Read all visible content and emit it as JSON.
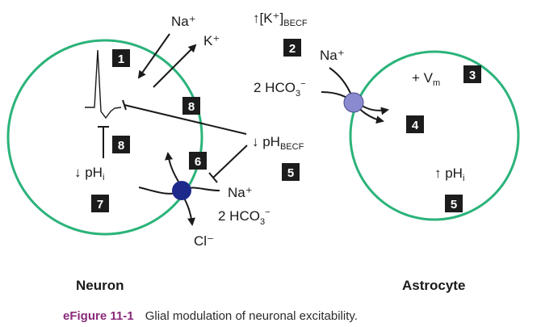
{
  "colors": {
    "membrane": "#2bb37a",
    "neuron_transporter": "#1d2a8c",
    "astrocyte_transporter": "#8a8ad0",
    "badge": "#1c1c1c",
    "caption_label": "#8a2a7a"
  },
  "labels": {
    "na_top": "Na⁺",
    "k_top": "K⁺",
    "k_becf_prefix": "↑[K⁺]",
    "k_becf_sub": "BECF",
    "na_astro": "Na⁺",
    "hco3_astro_prefix": "2 HCO",
    "hco3_astro_sub": "3",
    "hco3_astro_sup": "−",
    "vm_prefix": "+ V",
    "vm_sub": "m",
    "ph_becf_prefix": "↓ pH",
    "ph_becf_sub": "BECF",
    "phi_neuron_prefix": "↓ pH",
    "phi_neuron_sub": "i",
    "phi_astro_prefix": "↑ pH",
    "phi_astro_sub": "i",
    "na_neuron": "Na⁺",
    "hco3_neuron_prefix": "2 HCO",
    "hco3_neuron_sub": "3",
    "hco3_neuron_sup": "−",
    "cl": "Cl⁻"
  },
  "badges": {
    "b1": "1",
    "b2": "2",
    "b3": "3",
    "b4": "4",
    "b5a": "5",
    "b5b": "5",
    "b6": "6",
    "b7": "7",
    "b8a": "8",
    "b8b": "8"
  },
  "cells": {
    "neuron": "Neuron",
    "astrocyte": "Astrocyte"
  },
  "caption": {
    "label": "eFigure 11-1",
    "text": "Glial modulation of neuronal excitability."
  }
}
